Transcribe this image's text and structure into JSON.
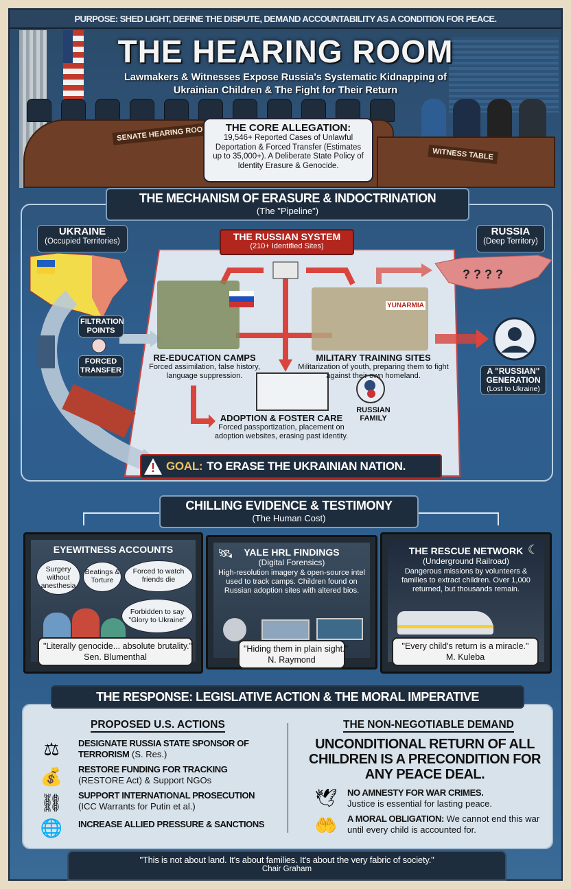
{
  "purpose": "PURPOSE: SHED LIGHT, DEFINE THE DISPUTE, DEMAND ACCOUNTABILITY AS A CONDITION FOR PEACE.",
  "header": {
    "title": "THE HEARING ROOM",
    "subtitle_line1": "Lawmakers & Witnesses Expose Russia's Systematic Kidnapping of",
    "subtitle_line2": "Ukrainian Children & The Fight for Their Return",
    "senate_sign": "SENATE HEARING ROOM",
    "witness_sign": "WITNESS TABLE"
  },
  "core_allegation": {
    "title": "THE CORE ALLEGATION:",
    "text": "19,546+ Reported Cases of Unlawful Deportation & Forced Transfer (Estimates up to 35,000+). A Deliberate State Policy of Identity Erasure & Genocide."
  },
  "mechanism": {
    "title": "THE MECHANISM OF ERASURE & INDOCTRINATION",
    "subtitle": "(The \"Pipeline\")",
    "ukraine": {
      "title": "UKRAINE",
      "sub": "(Occupied Territories)"
    },
    "russia": {
      "title": "RUSSIA",
      "sub": "(Deep Territory)"
    },
    "system": {
      "title": "THE RUSSIAN SYSTEM",
      "sub": "(210+ Identified Sites)"
    },
    "filtration": "FILTRATION POINTS",
    "forced_transfer": "FORCED TRANSFER",
    "reeducation": {
      "title": "RE-EDUCATION CAMPS",
      "desc": "Forced assimilation, false history, language suppression."
    },
    "military": {
      "title": "MILITARY TRAINING SITES",
      "desc": "Militarization of youth, preparing them to fight against their own homeland.",
      "badge": "YUNARMIA"
    },
    "adoption": {
      "title": "ADOPTION & FOSTER CARE",
      "desc": "Forced passportization, placement on adoption websites, erasing past identity."
    },
    "family": "RUSSIAN FAMILY",
    "generation": {
      "title": "A \"RUSSIAN\" GENERATION",
      "sub": "(Lost to Ukraine)"
    },
    "goal_label": "GOAL:",
    "goal_text": "TO ERASE THE UKRAINIAN NATION."
  },
  "evidence": {
    "title": "CHILLING EVIDENCE & TESTIMONY",
    "subtitle": "(The Human Cost)",
    "panels": [
      {
        "title": "EYEWITNESS ACCOUNTS",
        "bubbles": [
          "Surgery without anesthesia",
          "Beatings & Torture",
          "Forced to watch friends die",
          "Forbidden to say \"Glory to Ukraine\""
        ],
        "quote": "\"Literally genocide... absolute brutality.\"",
        "author": "Sen. Blumenthal"
      },
      {
        "title": "YALE HRL FINDINGS",
        "subtitle": "(Digital Forensics)",
        "text": "High-resolution imagery & open-source intel used to track camps. Children found on Russian adoption sites with altered bios.",
        "quote": "\"Hiding them in plain sight.\"",
        "author": "N. Raymond"
      },
      {
        "title": "THE RESCUE NETWORK",
        "subtitle": "(Underground Railroad)",
        "text": "Dangerous missions by volunteers & families to extract children. Over 1,000 returned, but thousands remain.",
        "quote": "\"Every child's return is a miracle.\"",
        "author": "M. Kuleba"
      }
    ]
  },
  "response": {
    "title": "THE RESPONSE: LEGISLATIVE ACTION & THE MORAL IMPERATIVE",
    "left_title": "PROPOSED U.S. ACTIONS",
    "actions": [
      {
        "bold": "DESIGNATE RUSSIA STATE SPONSOR OF TERRORISM",
        "rest": " (S. Res.)",
        "icon": "gavel-scroll-icon"
      },
      {
        "bold": "RESTORE FUNDING FOR TRACKING",
        "rest": "(RESTORE Act) & Support NGOs",
        "icon": "money-bag-gears-icon"
      },
      {
        "bold": "SUPPORT INTERNATIONAL PROSECUTION",
        "rest": "(ICC Warrants for Putin et al.)",
        "icon": "handcuffs-un-icon"
      },
      {
        "bold": "INCREASE ALLIED PRESSURE & SANCTIONS",
        "rest": "",
        "icon": "globe-handshake-icon"
      }
    ],
    "right_title": "THE NON-NEGOTIABLE DEMAND",
    "demand": "UNCONDITIONAL RETURN OF ALL CHILDREN IS A PRECONDITION FOR ANY PEACE DEAL.",
    "points": [
      {
        "bold": "NO AMNESTY FOR WAR CRIMES.",
        "rest": "Justice is essential for lasting peace."
      },
      {
        "bold": "A MORAL OBLIGATION:",
        "rest": " We cannot end this war until every child is accounted for."
      }
    ],
    "quote": "\"This is not about land. It's about families. It's about the very fabric of society.\"",
    "author": "Chair Graham"
  }
}
